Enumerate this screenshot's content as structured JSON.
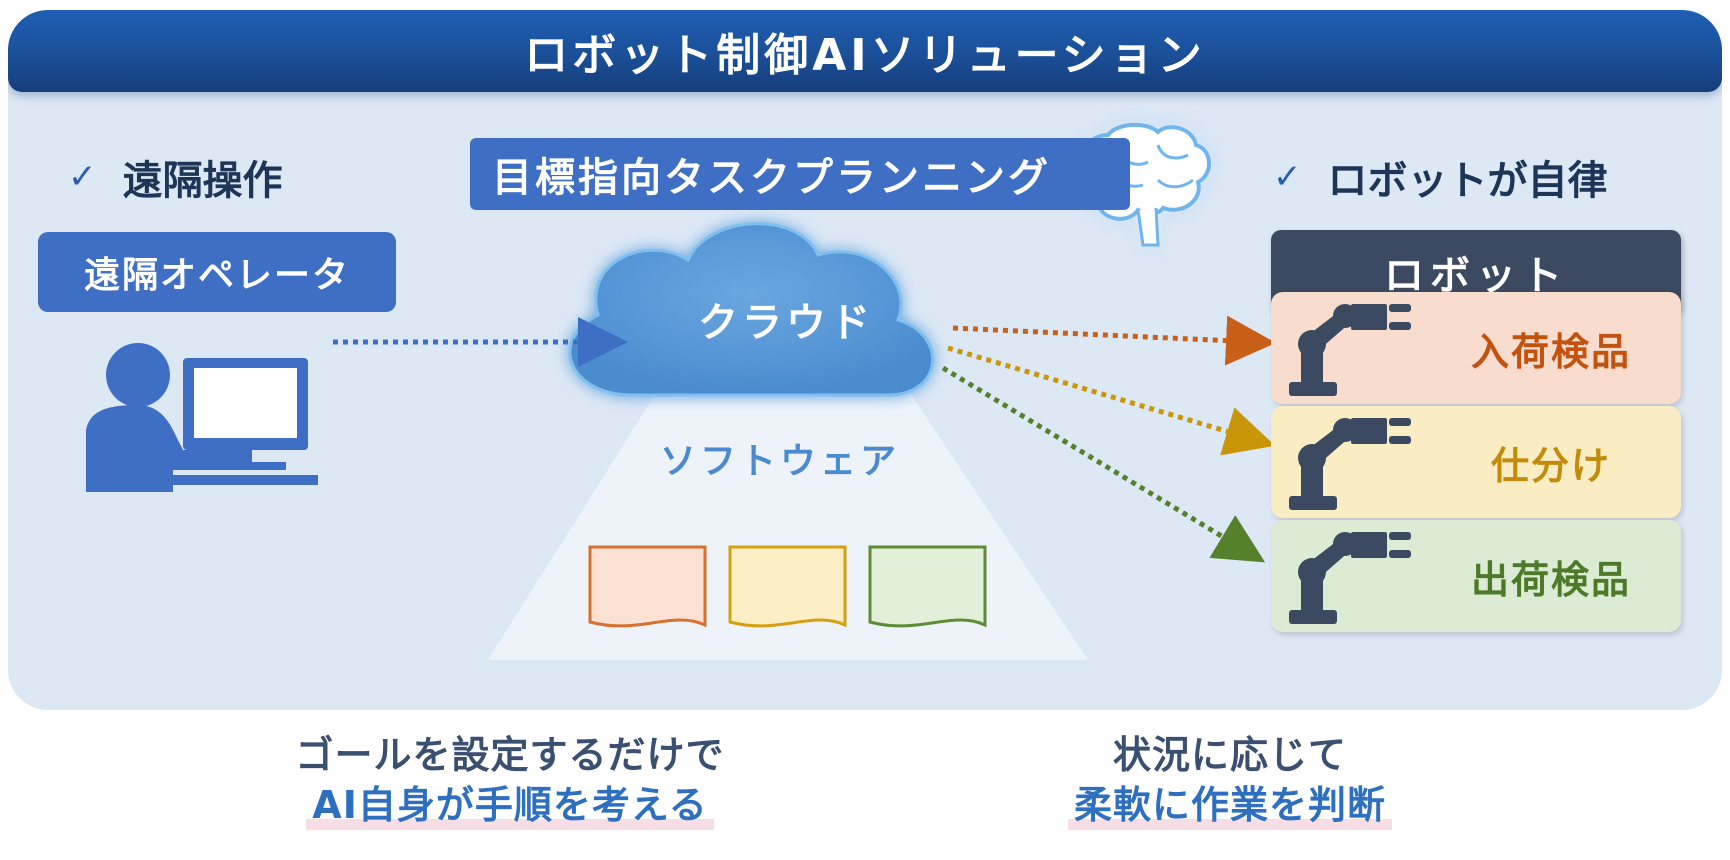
{
  "title": "ロボット制御AIソリューション",
  "left": {
    "heading": "遠隔操作",
    "operator_label": "遠隔オペレータ"
  },
  "center": {
    "planning_label": "目標指向タスクプランニング",
    "cloud_label": "クラウド",
    "software_label": "ソフトウェア"
  },
  "right": {
    "heading": "ロボットが自律",
    "robot_label": "ロボット",
    "tasks": [
      {
        "label": "入荷検品",
        "bg": "#f8dccd",
        "text_color": "#c4520f",
        "arrow_color": "#c9601a"
      },
      {
        "label": "仕分け",
        "bg": "#faedc3",
        "text_color": "#c48a0a",
        "arrow_color": "#c9960a"
      },
      {
        "label": "出荷検品",
        "bg": "#dcebd3",
        "text_color": "#4d7a28",
        "arrow_color": "#55802c"
      }
    ]
  },
  "captions": {
    "left": {
      "line1": "ゴールを設定するだけで",
      "line2": "AI自身が手順を考える"
    },
    "right": {
      "line1": "状況に応じて",
      "line2": "柔軟に作業を判断"
    }
  },
  "colors": {
    "primary_blue": "#3f6fc4",
    "title_bar": "#1b4f98",
    "panel_bg": "#dde8f5",
    "robot_dark": "#3b4a60",
    "cloud": "#5b9bd5"
  }
}
